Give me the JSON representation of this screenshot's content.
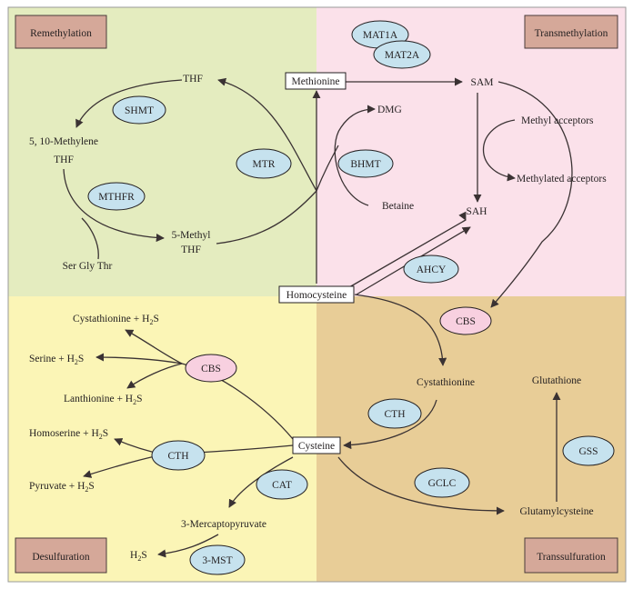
{
  "quadrants": {
    "remethylation": "Remethylation",
    "transmethylation": "Transmethylation",
    "desulfuration": "Desulfuration",
    "transsulfuration": "Transsulfuration"
  },
  "metabolites": {
    "methionine": "Methionine",
    "homocysteine": "Homocysteine",
    "cysteine": "Cysteine",
    "thf": "THF",
    "methylene_thf_line1": "5, 10-Methylene",
    "methylene_thf_line2": "THF",
    "methyl_thf_line1": "5-Methyl",
    "methyl_thf_line2": "THF",
    "ser_gly_thr": "Ser Gly Thr",
    "dmg": "DMG",
    "betaine": "Betaine",
    "sam": "SAM",
    "sah": "SAH",
    "methyl_acceptors": "Methyl acceptors",
    "methylated_acceptors": "Methylated acceptors",
    "cystathionine": "Cystathionine",
    "glutathione": "Glutathione",
    "glutamylcysteine": "Glutamylcysteine",
    "cystathionine_h2s": "Cystathionine + H",
    "serine_h2s": "Serine + H",
    "lanthionine_h2s": "Lanthionine + H",
    "homoserine_h2s": "Homoserine + H",
    "pyruvate_h2s": "Pyruvate + H",
    "mercaptopyruvate": "3-Mercaptopyruvate",
    "h2s_prefix": "H",
    "sub_2": "2",
    "s_suffix": "S"
  },
  "enzymes": {
    "mat1a": "MAT1A",
    "mat2a": "MAT2A",
    "shmt": "SHMT",
    "mtr": "MTR",
    "mthfr": "MTHFR",
    "bhmt": "BHMT",
    "ahcy": "AHCY",
    "cbs_trans": "CBS",
    "cbs_desulf": "CBS",
    "cth_trans": "CTH",
    "cth_desulf": "CTH",
    "cat": "CAT",
    "gclc": "GCLC",
    "gss": "GSS",
    "mst": "3-MST"
  },
  "colors": {
    "remethylation_bg": "#e4ecbf",
    "transmethylation_bg": "#fbe1ea",
    "desulfuration_bg": "#fbf5b6",
    "transsulfuration_bg": "#e8cd97",
    "label_box": "#d5a899",
    "enzyme_blue": "#c6e2ee",
    "enzyme_pink": "#f8d0e0",
    "line": "#3a3233"
  }
}
